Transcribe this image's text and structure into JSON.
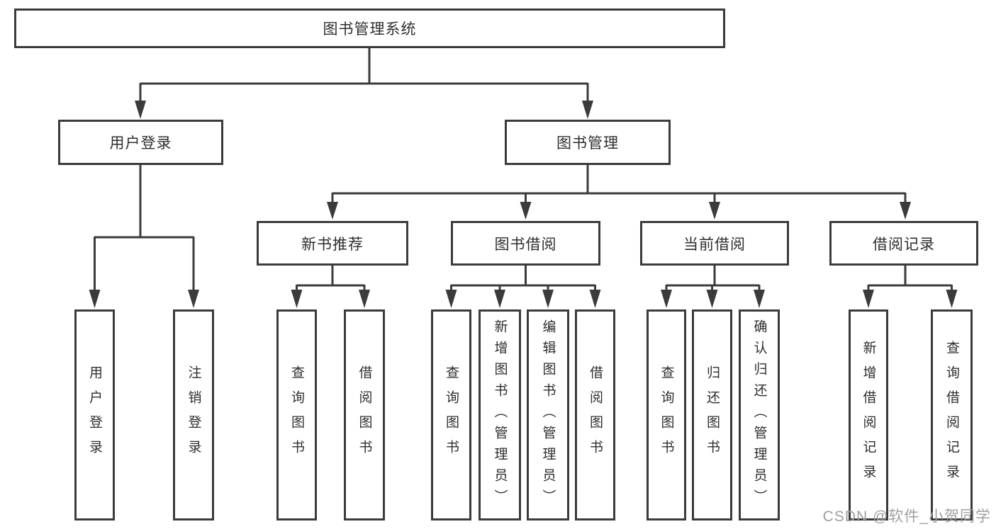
{
  "diagram": {
    "root": {
      "label": "图书管理系统"
    },
    "branches": [
      {
        "label": "用户登录",
        "children": [
          {
            "label": "用户登录"
          },
          {
            "label": "注销登录"
          }
        ]
      },
      {
        "label": "图书管理",
        "children": [
          {
            "label": "新书推荐",
            "children": [
              {
                "label": "查询图书"
              },
              {
                "label": "借阅图书"
              }
            ]
          },
          {
            "label": "图书借阅",
            "children": [
              {
                "label": "查询图书"
              },
              {
                "label": "新增图书（管理员）"
              },
              {
                "label": "编辑图书（管理员）"
              },
              {
                "label": "借阅图书"
              }
            ]
          },
          {
            "label": "当前借阅",
            "children": [
              {
                "label": "查询图书"
              },
              {
                "label": "归还图书"
              },
              {
                "label": "确认归还（管理员）"
              }
            ]
          },
          {
            "label": "借阅记录",
            "children": [
              {
                "label": "新增借阅记录"
              },
              {
                "label": "查询借阅记录"
              }
            ]
          }
        ]
      }
    ],
    "watermark": "CSDN @软件_小贺同学",
    "colors": {
      "line": "#3b3b3b",
      "text": "#2e2e2e",
      "box_background": "#ffffff",
      "watermark": "#9f9f9f"
    }
  }
}
